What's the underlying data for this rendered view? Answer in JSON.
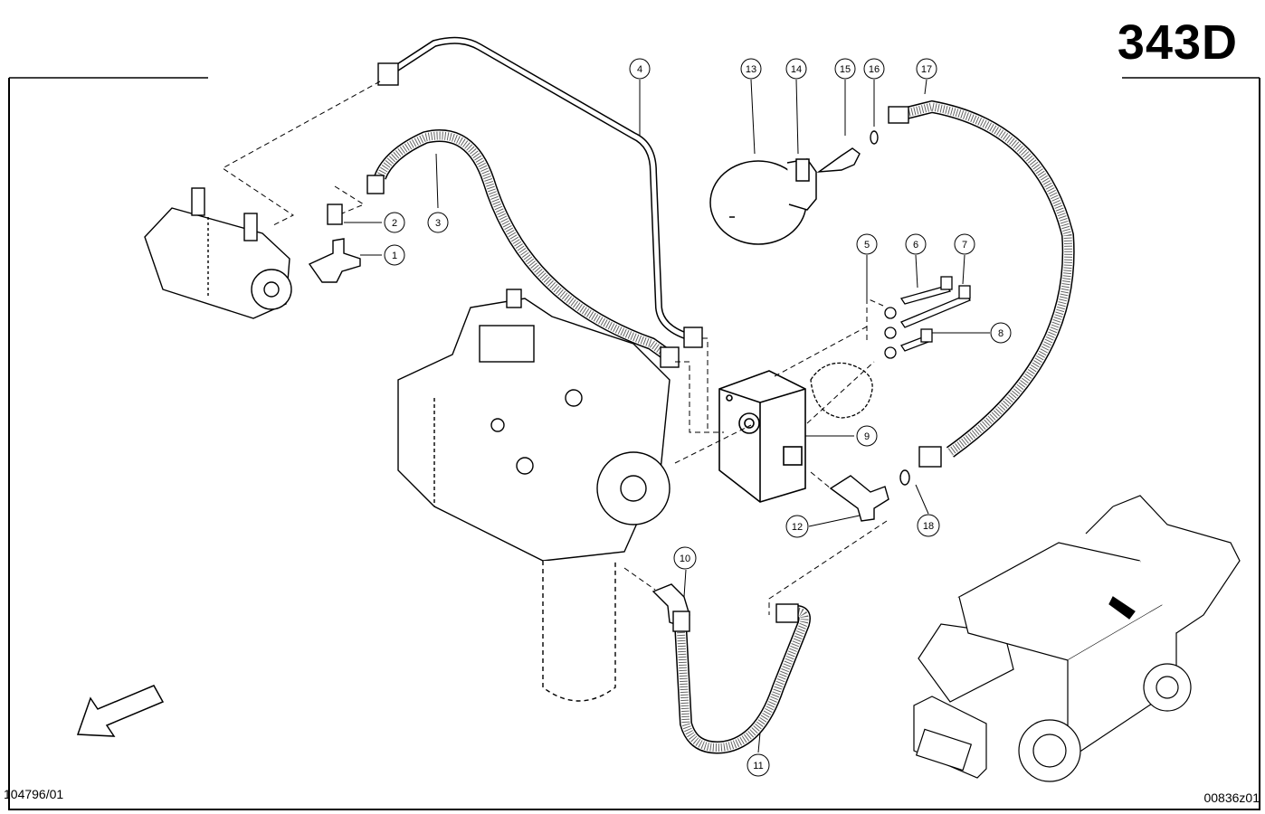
{
  "page_code": "343D",
  "reference_left": "104796/01",
  "reference_right": "00836z01",
  "callouts": [
    {
      "n": "1"
    },
    {
      "n": "2"
    },
    {
      "n": "3"
    },
    {
      "n": "4"
    },
    {
      "n": "5"
    },
    {
      "n": "6"
    },
    {
      "n": "7"
    },
    {
      "n": "8"
    },
    {
      "n": "9"
    },
    {
      "n": "10"
    },
    {
      "n": "11"
    },
    {
      "n": "12"
    },
    {
      "n": "13"
    },
    {
      "n": "14"
    },
    {
      "n": "15"
    },
    {
      "n": "16"
    },
    {
      "n": "17"
    },
    {
      "n": "18"
    }
  ],
  "icons": {
    "direction": "travel-direction-arrow-icon",
    "machine": "combine-harvester-icon"
  }
}
